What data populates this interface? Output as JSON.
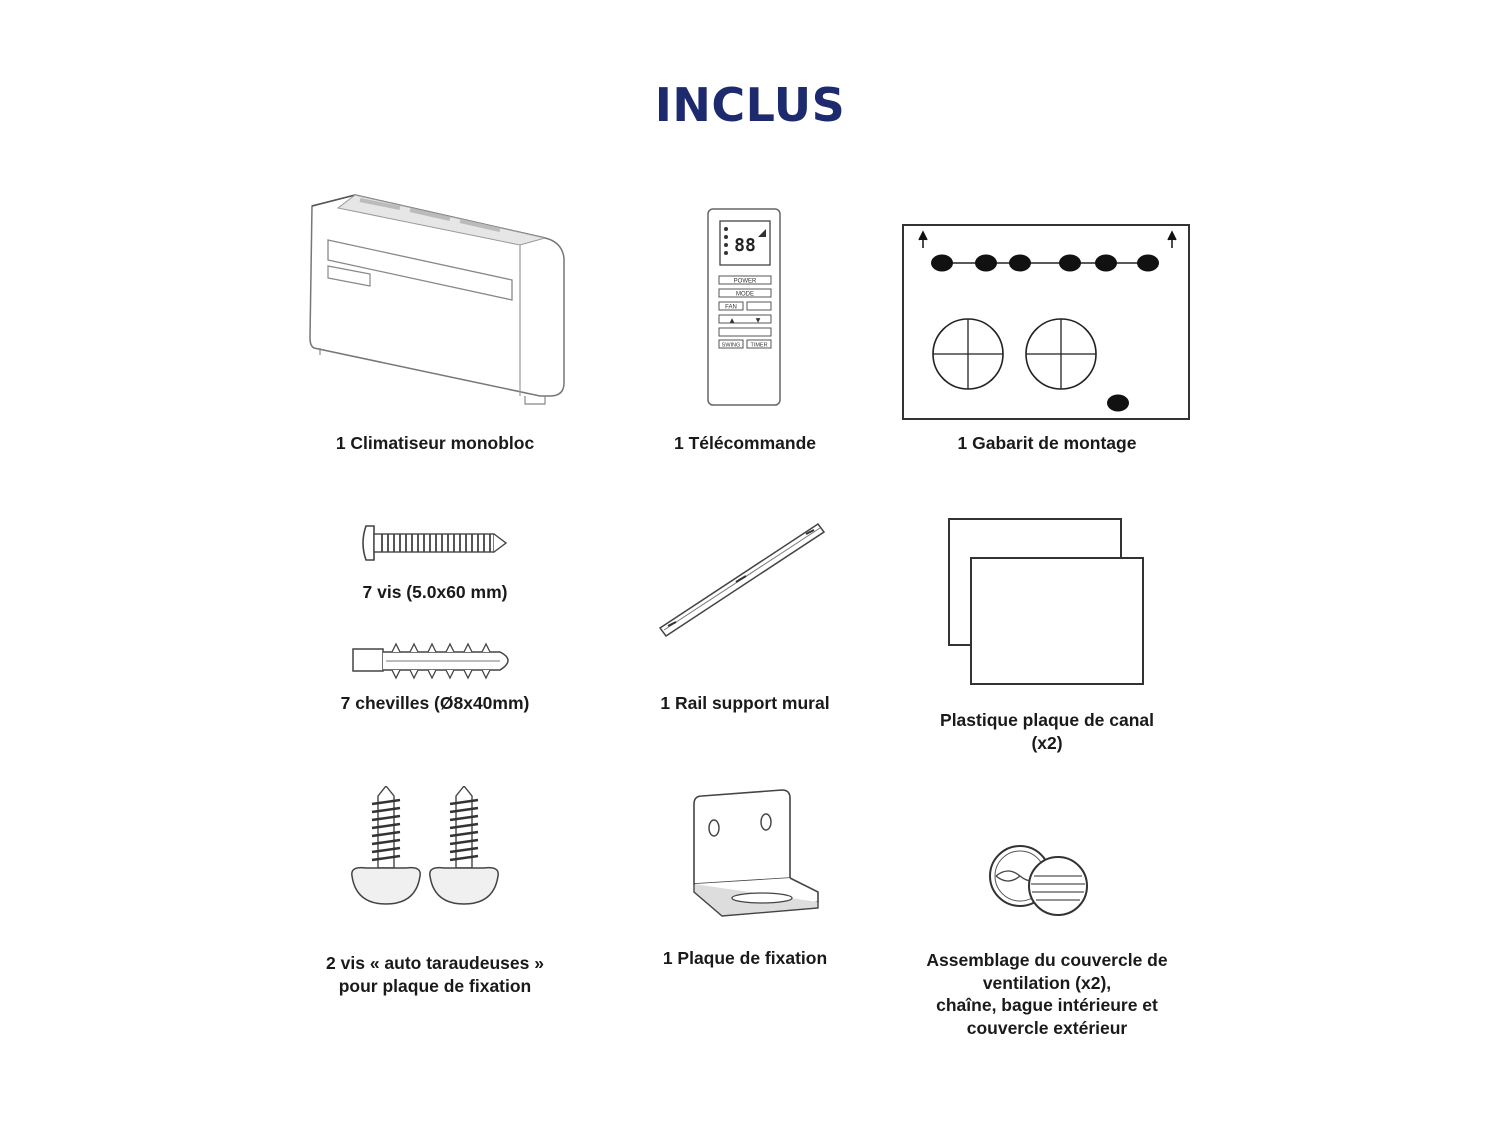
{
  "page": {
    "title": "INCLUS"
  },
  "items": [
    {
      "icon": "air-conditioner-icon",
      "caption": "1 Climatiseur monobloc"
    },
    {
      "icon": "remote-control-icon",
      "caption": "1 Télécommande"
    },
    {
      "icon": "mounting-template-icon",
      "caption": "1 Gabarit de montage"
    },
    {
      "icon": "screw-icon",
      "caption": "7 vis (5.0x60 mm)"
    },
    {
      "icon": "wall-plug-icon",
      "caption": "7 chevilles (Ø8x40mm)"
    },
    {
      "icon": "wall-rail-icon",
      "caption": "1 Rail support mural"
    },
    {
      "icon": "plastic-plates-icon",
      "caption_lines": [
        "Plastique plaque de canal",
        "(x2)"
      ]
    },
    {
      "icon": "self-tapping-screws-icon",
      "caption_lines": [
        "2 vis « auto taraudeuses »",
        "pour plaque de fixation"
      ]
    },
    {
      "icon": "fixing-bracket-icon",
      "caption": "1 Plaque de fixation"
    },
    {
      "icon": "vent-cover-icon",
      "caption_lines": [
        "Assemblage du couvercle  de",
        "ventilation (x2),",
        "chaîne, bague intérieure et",
        "couvercle extérieur"
      ]
    }
  ],
  "remote": {
    "display": "88",
    "buttons": [
      "POWER",
      "MODE",
      "FAN",
      "▲",
      "▼",
      "SWING",
      "TIMER"
    ]
  }
}
